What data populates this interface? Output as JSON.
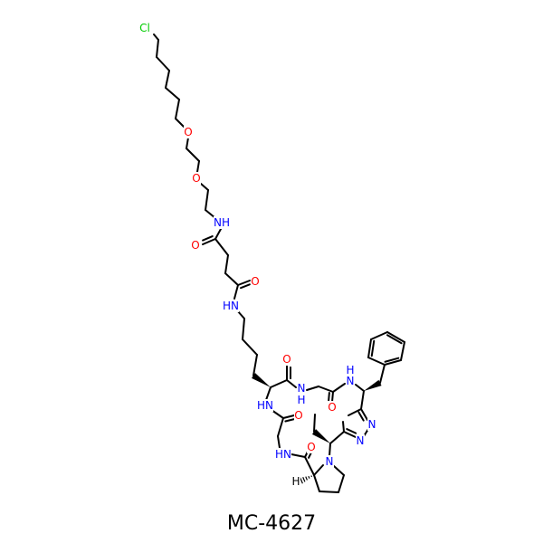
{
  "title": "MC-4627",
  "colors": {
    "carbon": "#000000",
    "oxygen": "#ff0000",
    "nitrogen": "#0000ff",
    "chlorine": "#00cc00"
  },
  "atoms": [
    "Cl",
    "O",
    "O",
    "NH",
    "O",
    "O",
    "HN",
    "O",
    "N",
    "H",
    "N",
    "H",
    "O",
    "N",
    "N",
    "N",
    "HN",
    "O",
    "HN",
    "O",
    "H"
  ]
}
